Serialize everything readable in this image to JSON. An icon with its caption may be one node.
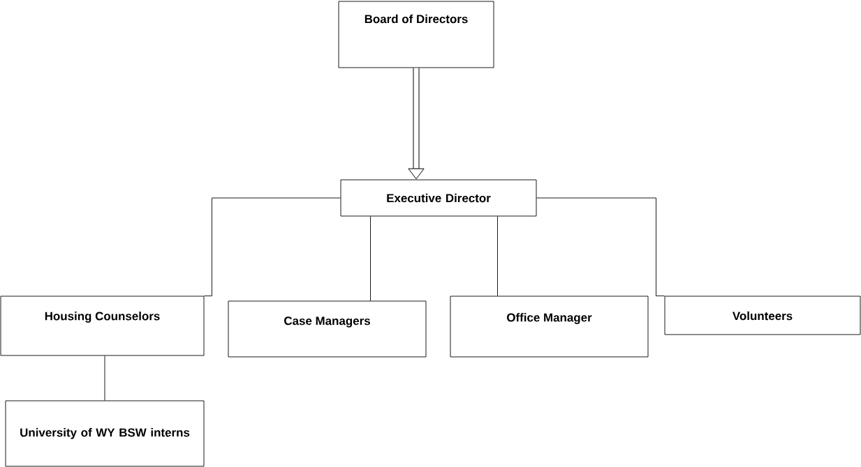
{
  "diagram": {
    "nodes": [
      {
        "text": [
          "Board of Directors"
        ]
      },
      {
        "text": [
          "Executive Director"
        ]
      },
      {
        "text": [
          "Housing Counselors"
        ]
      },
      {
        "text": [
          "Case Managers"
        ]
      },
      {
        "text": [
          "Office Manager"
        ]
      },
      {
        "text": [
          "Volunteers"
        ]
      },
      {
        "text": [
          "University of WY BSW interns"
        ]
      }
    ],
    "edges": [
      {
        "from": 0,
        "to": 1,
        "arrow": "to",
        "style": "thick"
      },
      {
        "from": 1,
        "to": 2,
        "arrow": "none"
      },
      {
        "from": 1,
        "to": 3,
        "arrow": "none"
      },
      {
        "from": 1,
        "to": 4,
        "arrow": "none"
      },
      {
        "from": 1,
        "to": 5,
        "arrow": "none"
      },
      {
        "from": 2,
        "to": 6,
        "arrow": "none"
      }
    ]
  }
}
